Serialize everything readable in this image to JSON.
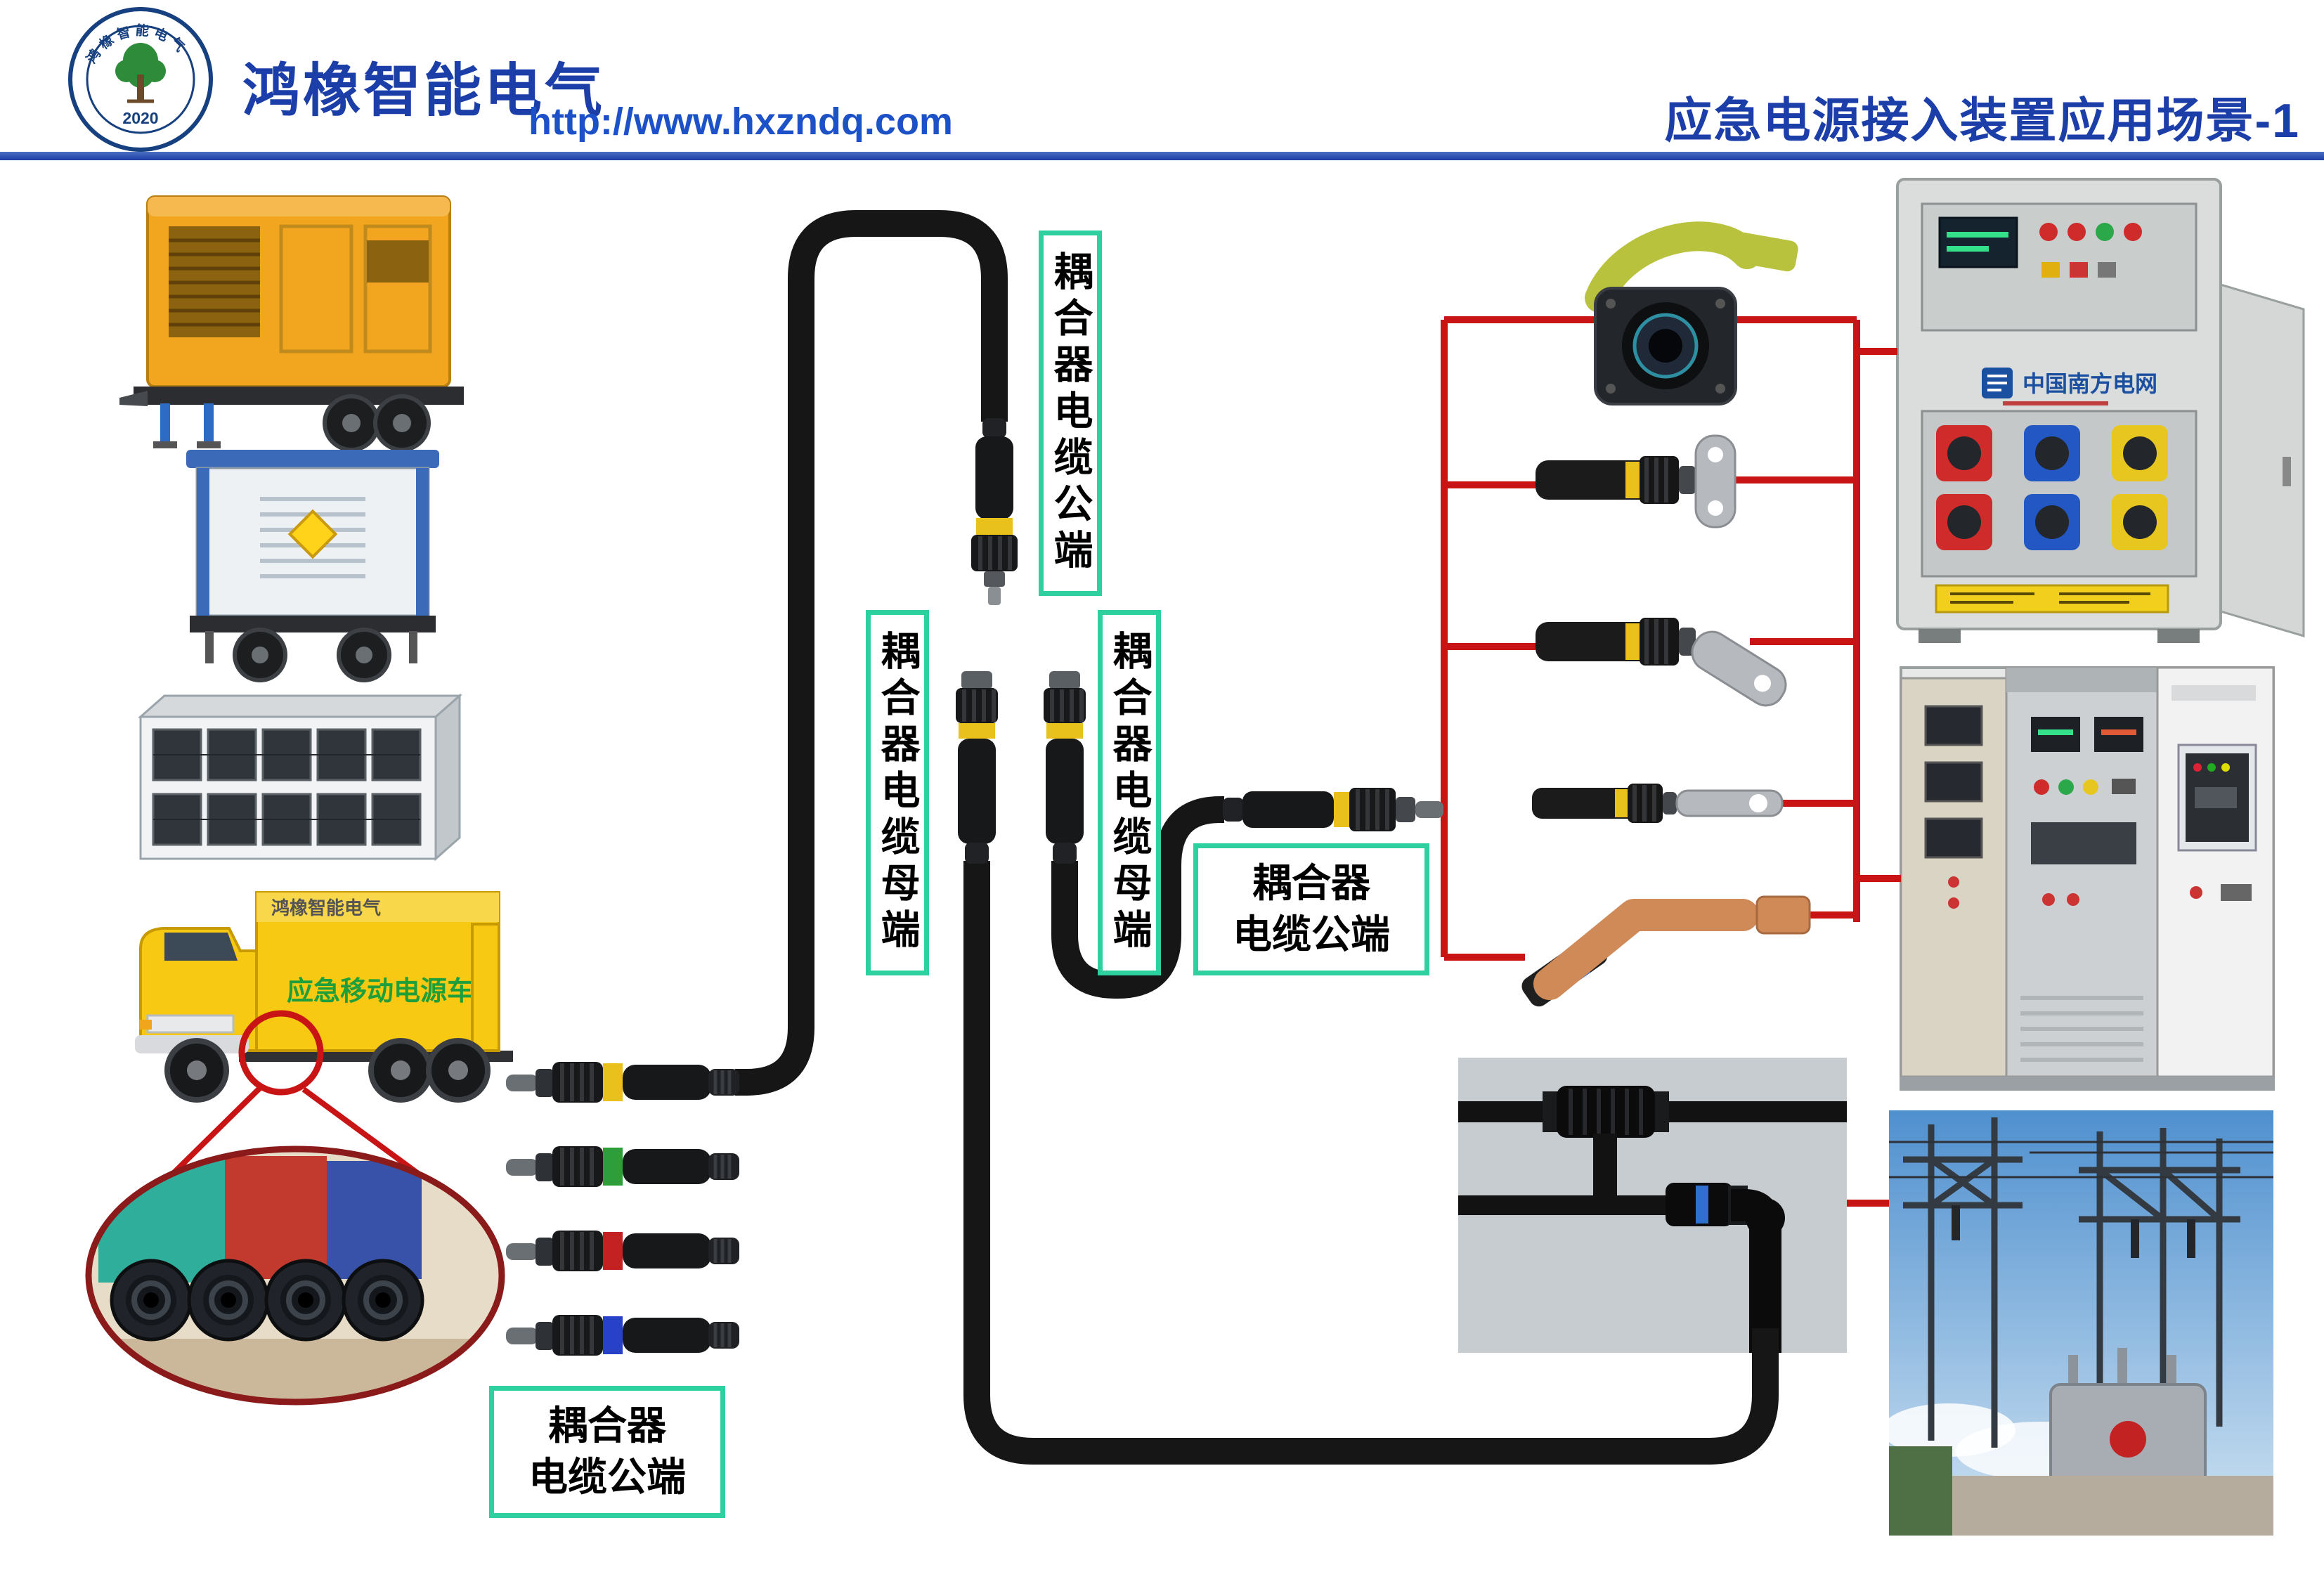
{
  "header": {
    "company": "鸿橡智能电气",
    "url": "http://www.hxzndq.com",
    "title": "应急电源接入装置应用场景-1"
  },
  "logo": {
    "ring_text": "鸿橡智能电气",
    "year": "2020"
  },
  "labels": {
    "coupler_male_top": "耦合器电缆公端",
    "coupler_female_left": "耦合器电缆母端",
    "coupler_female_right": "耦合器电缆母端",
    "coupler_male_mid": {
      "line1": "耦合器",
      "line2": "电缆公端"
    },
    "coupler_male_bottom": {
      "line1": "耦合器",
      "line2": "电缆公端"
    }
  },
  "truck": {
    "box_brand": "鸿橡智能电气",
    "side_text": "应急移动电源车"
  },
  "distribution_box": {
    "brand": "中国南方电网"
  },
  "colors": {
    "header_blue": "#1c3ea8",
    "label_border_green": "#2fd0a0",
    "connection_red": "#c81414",
    "cable_black": "#161616",
    "band_yellow": "#e8c11c",
    "band_green": "#2e9e3a",
    "band_red": "#c42222",
    "band_blue": "#2741c8",
    "truck_yellow": "#f7c912",
    "generator_orange": "#f2a51f"
  }
}
